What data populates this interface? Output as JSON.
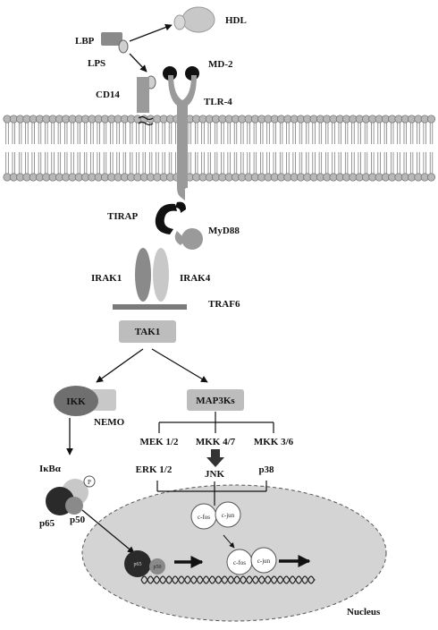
{
  "labels": {
    "hdl": "HDL",
    "lbp": "LBP",
    "lps": "LPS",
    "md2": "MD-2",
    "cd14": "CD14",
    "tlr4": "TLR-4",
    "tirap": "TIRAP",
    "myd88": "MyD88",
    "irak1": "IRAK1",
    "irak4": "IRAK4",
    "traf6": "TRAF6",
    "tak1": "TAK1",
    "ikk": "IKK",
    "nemo": "NEMO",
    "map3ks": "MAP3Ks",
    "mek12": "MEK 1/2",
    "mkk47": "MKK 4/7",
    "mkk36": "MKK 3/6",
    "erk12": "ERK 1/2",
    "jnk": "JNK",
    "p38": "p38",
    "ikba": "IκBα",
    "phospho": "P",
    "p65": "p65",
    "p50": "p50",
    "cfos": "c-fos",
    "cjun": "c-jun",
    "nucleus": "Nucleus"
  },
  "colors": {
    "membrane_head": "#b8b8b8",
    "membrane_line": "#6a6a6a",
    "receptor": "#9a9a9a",
    "dark": "#111111",
    "box_fill": "#bdbdbd",
    "nucleus_fill": "#d4d4d4"
  }
}
